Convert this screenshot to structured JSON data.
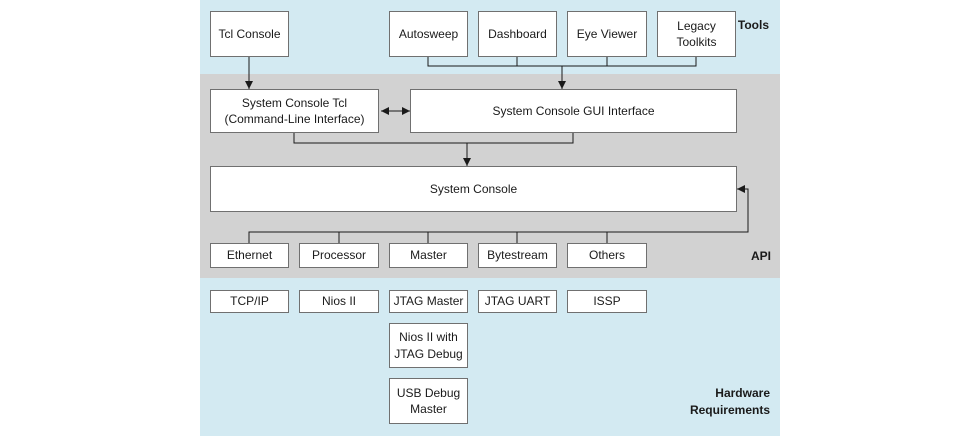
{
  "sections": {
    "tools": "Tools",
    "api": "API",
    "hardware": "Hardware\nRequirements"
  },
  "tools": {
    "tcl_console": "Tcl Console",
    "autosweep": "Autosweep",
    "dashboard": "Dashboard",
    "eye_viewer": "Eye Viewer",
    "legacy_toolkits": "Legacy Toolkits"
  },
  "interfaces": {
    "tcl": "System Console Tcl\n(Command-Line Interface)",
    "gui": "System Console GUI Interface"
  },
  "core": {
    "system_console": "System Console"
  },
  "api": {
    "ethernet": "Ethernet",
    "processor": "Processor",
    "master": "Master",
    "bytestream": "Bytestream",
    "others": "Others"
  },
  "hardware": {
    "tcp_ip": "TCP/IP",
    "nios_ii": "Nios II",
    "jtag_master": "JTAG Master",
    "jtag_uart": "JTAG UART",
    "issp": "ISSP",
    "nios_ii_jtag_debug": "Nios II with\nJTAG Debug",
    "usb_debug_master": "USB Debug\nMaster"
  },
  "colors": {
    "band_light": "#d3eaf2",
    "band_gray": "#d2d2d2",
    "box_border": "#707070",
    "line": "#1a1a1a"
  }
}
